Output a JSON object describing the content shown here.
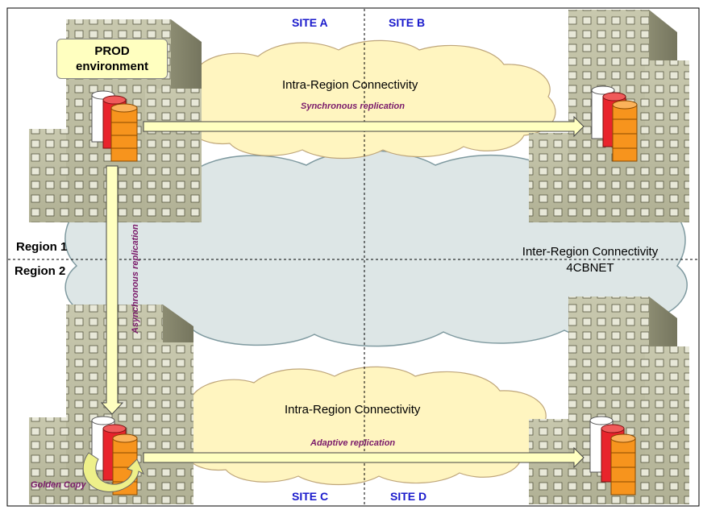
{
  "sites": {
    "a": "SITE A",
    "b": "SITE B",
    "c": "SITE C",
    "d": "SITE D"
  },
  "regions": {
    "r1": "Region 1",
    "r2": "Region 2"
  },
  "prod": {
    "line1": "PROD",
    "line2": "environment"
  },
  "connectivity": {
    "intra_top": "Intra-Region Connectivity",
    "intra_bottom": "Intra-Region Connectivity",
    "inter_line1": "Inter-Region Connectivity",
    "inter_line2": "4CBNET"
  },
  "replication": {
    "sync": "Synchronous replication",
    "async": "Asynchronous replication",
    "adaptive": "Adaptive replication",
    "golden": "Golden Copy"
  },
  "colors": {
    "site_text": "#1a1acc",
    "replication_text": "#7a1a6a",
    "cloud_yellow": "#fff5c0",
    "cloud_grey": "#dde6e6",
    "arrow_fill": "#ffffc0",
    "building": "#b4b49a",
    "disk_red": "#e8242c",
    "disk_orange": "#f7941d"
  },
  "icons": [
    "building-icon",
    "database-icon",
    "cloud-icon",
    "arrow-icon",
    "loop-arrow-icon"
  ]
}
